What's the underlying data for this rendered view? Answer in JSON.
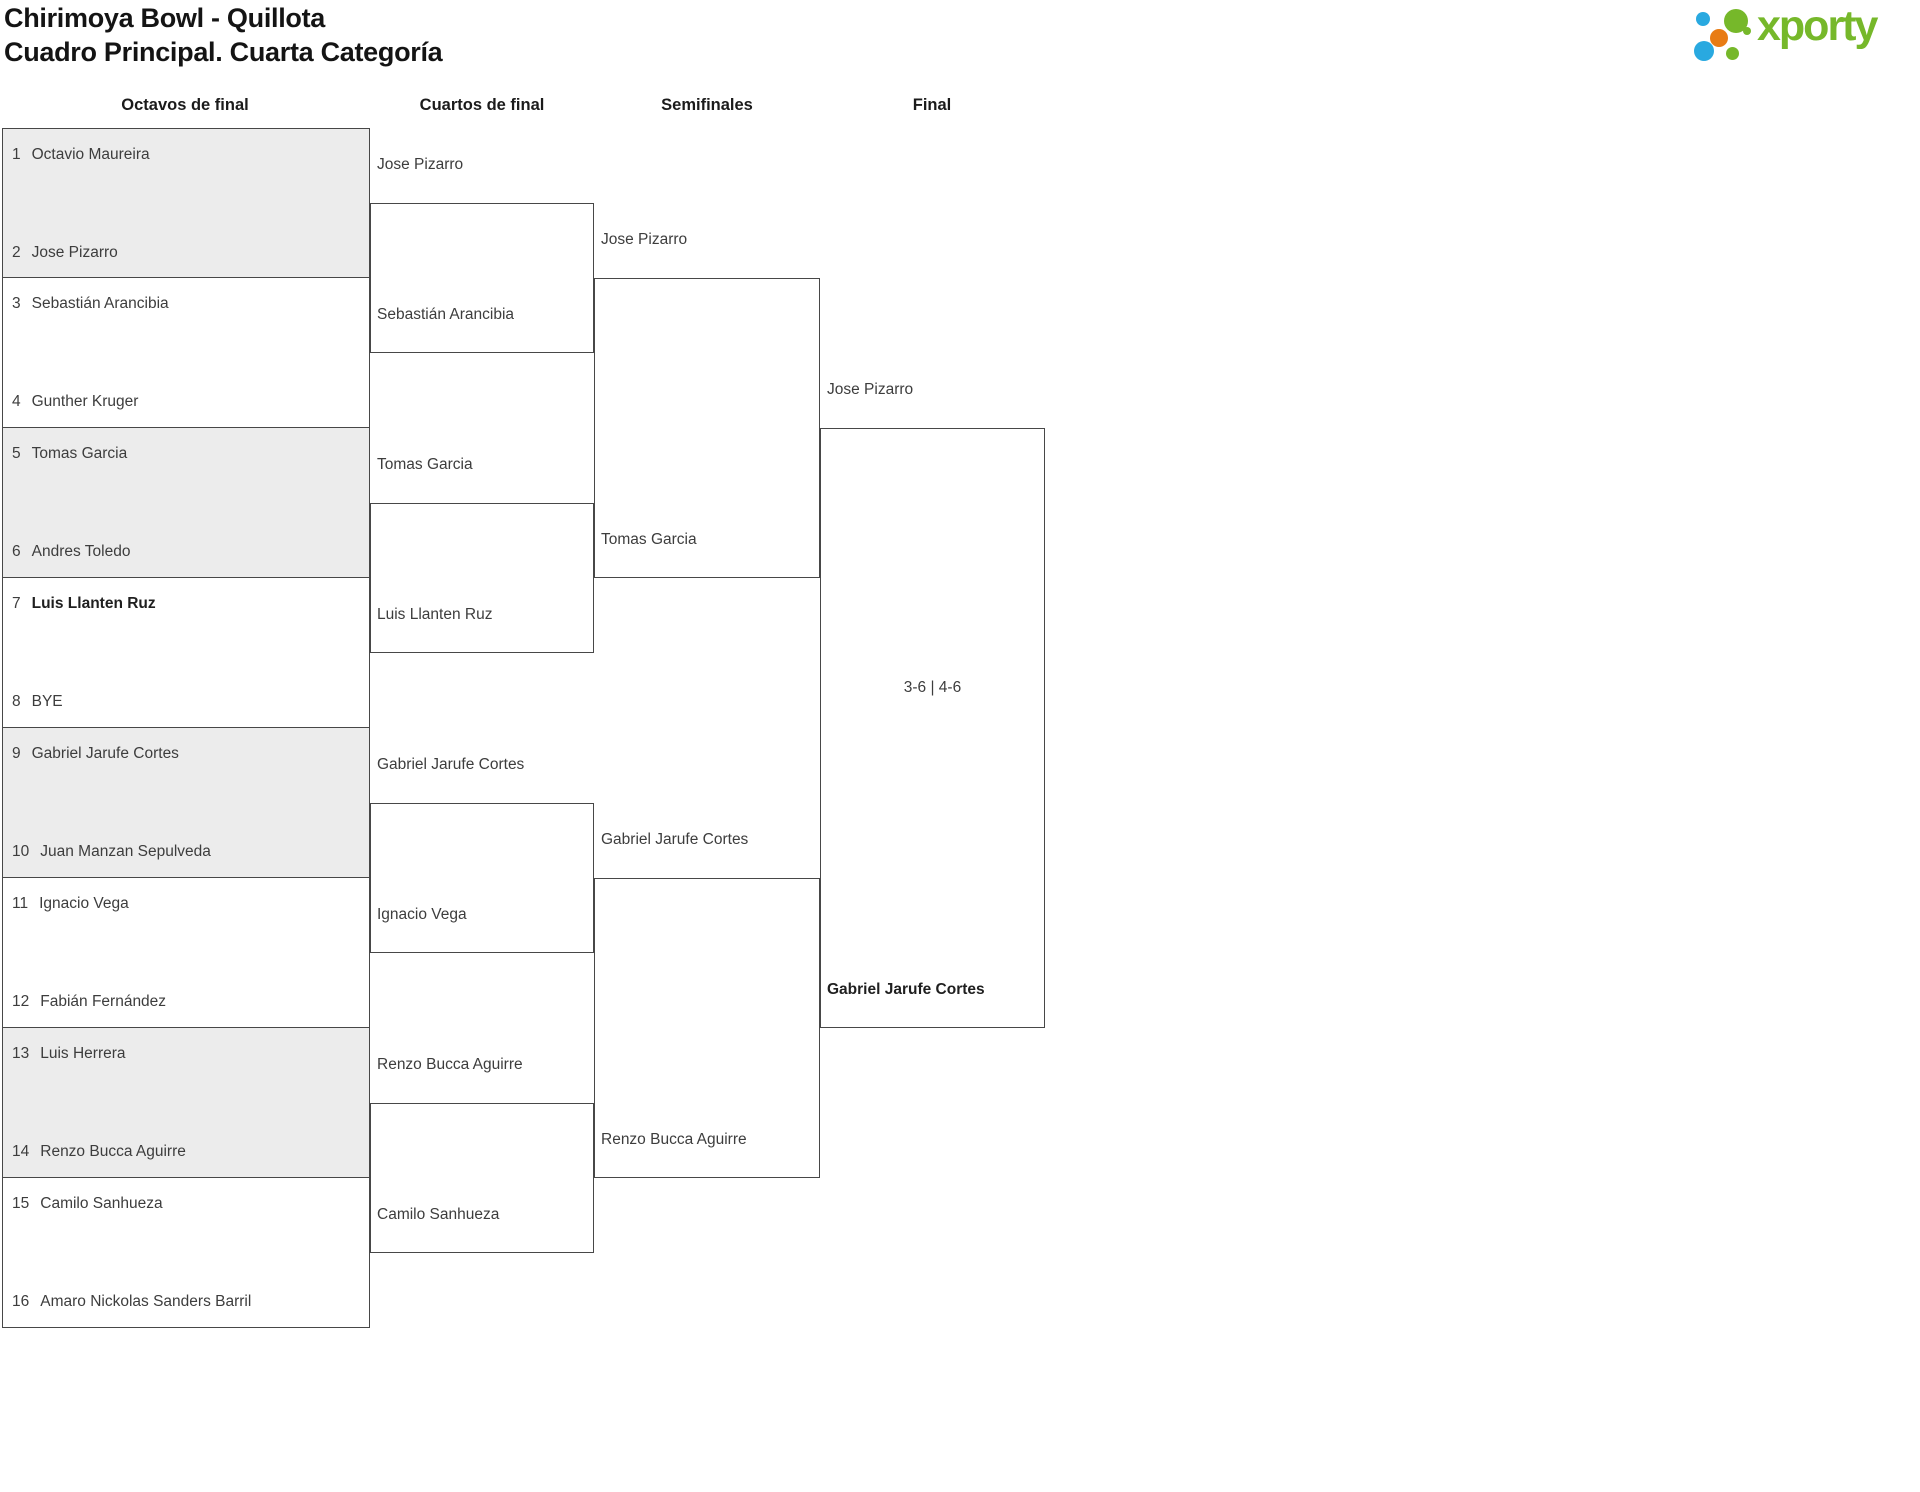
{
  "header": {
    "title_line1": "Chirimoya Bowl - Quillota",
    "title_line2": "Cuadro Principal. Cuarta Categoría",
    "logo_text": "xporty"
  },
  "columns": [
    {
      "label": "Octavos de final"
    },
    {
      "label": "Cuartos de final"
    },
    {
      "label": "Semifinales"
    },
    {
      "label": "Final"
    }
  ],
  "round_of_16": [
    {
      "seed": "1",
      "name": "Octavio Maureira",
      "bold": false
    },
    {
      "seed": "2",
      "name": "Jose Pizarro",
      "bold": false
    },
    {
      "seed": "3",
      "name": "Sebastián Arancibia",
      "bold": false
    },
    {
      "seed": "4",
      "name": "Gunther Kruger",
      "bold": false
    },
    {
      "seed": "5",
      "name": "Tomas Garcia",
      "bold": false
    },
    {
      "seed": "6",
      "name": "Andres Toledo",
      "bold": false
    },
    {
      "seed": "7",
      "name": "Luis Llanten Ruz",
      "bold": true
    },
    {
      "seed": "8",
      "name": "BYE",
      "bold": false
    },
    {
      "seed": "9",
      "name": "Gabriel Jarufe Cortes",
      "bold": false
    },
    {
      "seed": "10",
      "name": "Juan Manzan Sepulveda",
      "bold": false
    },
    {
      "seed": "11",
      "name": "Ignacio Vega",
      "bold": false
    },
    {
      "seed": "12",
      "name": "Fabián Fernández",
      "bold": false
    },
    {
      "seed": "13",
      "name": "Luis Herrera",
      "bold": false
    },
    {
      "seed": "14",
      "name": "Renzo Bucca Aguirre",
      "bold": false
    },
    {
      "seed": "15",
      "name": "Camilo Sanhueza",
      "bold": false
    },
    {
      "seed": "16",
      "name": "Amaro Nickolas Sanders Barril",
      "bold": false
    }
  ],
  "quarterfinals": [
    "Jose Pizarro",
    "Sebastián Arancibia",
    "Tomas Garcia",
    "Luis Llanten Ruz",
    "Gabriel Jarufe Cortes",
    "Ignacio Vega",
    "Renzo Bucca Aguirre",
    "Camilo Sanhueza"
  ],
  "semifinals": [
    "Jose Pizarro",
    "Tomas Garcia",
    "Gabriel Jarufe Cortes",
    "Renzo Bucca Aguirre"
  ],
  "final": {
    "players": [
      {
        "name": "Jose Pizarro",
        "bold": false
      },
      {
        "name": "Gabriel Jarufe Cortes",
        "bold": true
      }
    ],
    "score": "3-6 | 4-6"
  },
  "colors": {
    "logo_green": "#76b82a",
    "logo_blue": "#29a9e0",
    "logo_orange": "#e87c14",
    "shaded_match_fill": "#ececec",
    "line_color": "#474747"
  }
}
